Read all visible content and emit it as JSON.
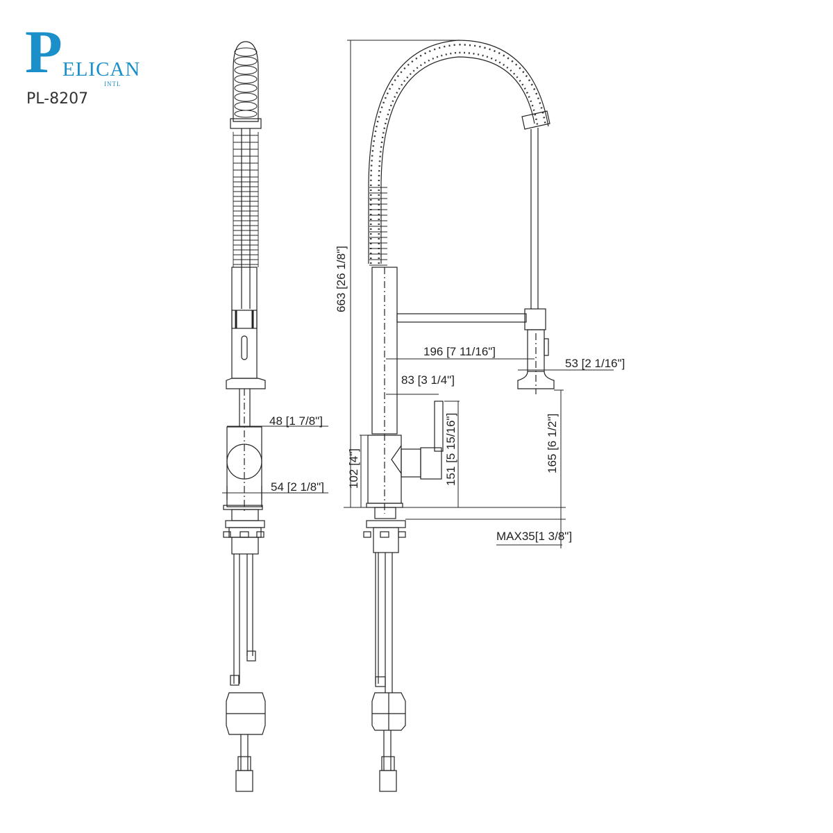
{
  "brand": {
    "logo_letter": "P",
    "logo_word": "ELICAN",
    "logo_sub": "INTL",
    "color": "#1a8fc9"
  },
  "model": "PL-8207",
  "dimensions": {
    "overall_height": "663 [26 1/8\"]",
    "spout_reach": "196 [7 11/16\"]",
    "spray_head_diameter": "53 [2 1/16\"]",
    "handle_reach": "83 [3 1/4\"]",
    "handle_height": "151 [5 15/16\"]",
    "body_height": "102 [4\"]",
    "spray_clearance": "165 [6 1/2\"]",
    "deck_thickness": "MAX35[1 3/8\"]",
    "front_neck_width": "48 [1 7/8\"]",
    "front_body_width": "54 [2 1/8\"]"
  },
  "views": [
    "front-view",
    "side-view"
  ]
}
